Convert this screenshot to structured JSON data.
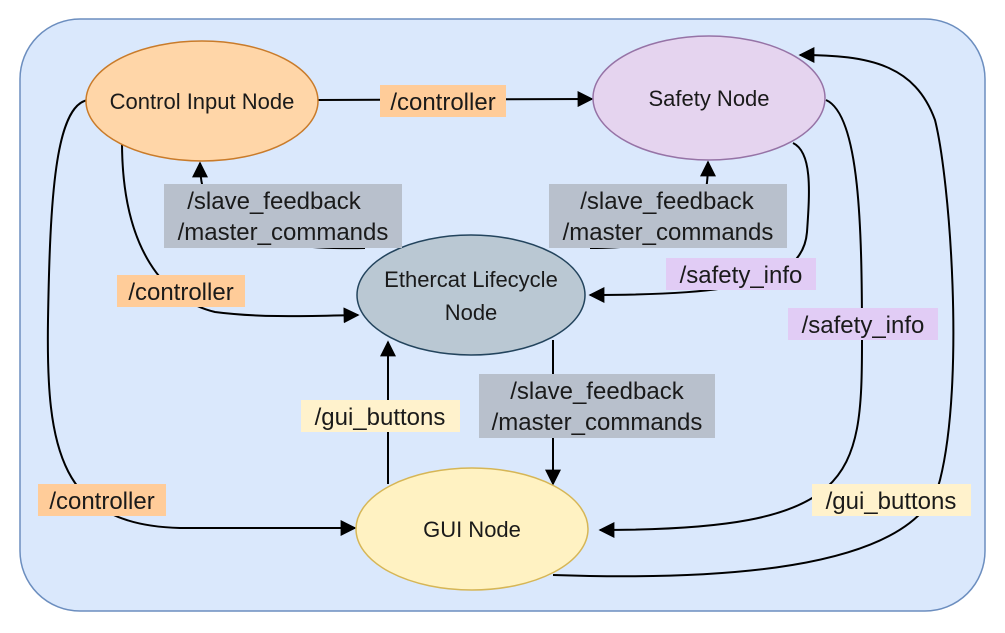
{
  "nodes": {
    "control_input": {
      "label": "Control Input Node",
      "fill": "#ffd6a8",
      "stroke": "#c97b2a"
    },
    "safety": {
      "label": "Safety Node",
      "fill": "#e5d4ef",
      "stroke": "#9673a6"
    },
    "ethercat": {
      "label_line1": "Ethercat Lifecycle",
      "label_line2": "Node",
      "fill": "#bac8d3",
      "stroke": "#23445d"
    },
    "gui": {
      "label": "GUI Node",
      "fill": "#fff2c2",
      "stroke": "#d6b656"
    }
  },
  "edge_labels": {
    "controller_top": "/controller",
    "controller_left": "/controller",
    "controller_bottom": "/controller",
    "slave_feedback_left": "/slave_feedback",
    "master_commands_left": "/master_commands",
    "slave_feedback_right": "/slave_feedback",
    "master_commands_right": "/master_commands",
    "slave_feedback_center": "/slave_feedback",
    "master_commands_center": "/master_commands",
    "safety_info_mid": "/safety_info",
    "safety_info_right": "/safety_info",
    "gui_buttons_center": "/gui_buttons",
    "gui_buttons_right": "/gui_buttons"
  },
  "colors": {
    "container_fill": "#dae8fc",
    "container_stroke": "#6c8ebf",
    "controller_label_bg": "#ffcc99",
    "feedback_label_bg": "#b8c0cc",
    "safety_label_bg": "#e1ccf5",
    "gui_label_bg": "#fff2cc"
  }
}
